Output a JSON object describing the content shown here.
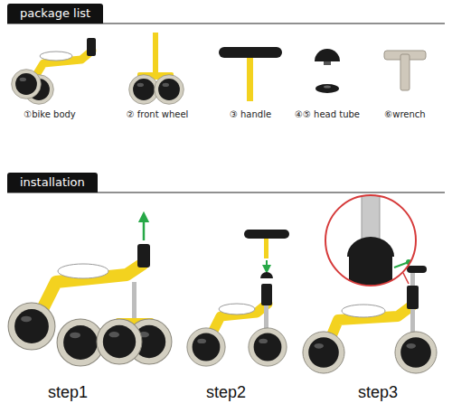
{
  "diagram": {
    "nodes": [
      {
        "text": [
          "package list"
        ]
      },
      {
        "text": [
          "installation"
        ]
      }
    ],
    "labels": [
      "①bike body",
      "② front wheel",
      "③ handle",
      "④⑤ head tube",
      "⑥wrench",
      "step1",
      "step2",
      "step3"
    ]
  }
}
